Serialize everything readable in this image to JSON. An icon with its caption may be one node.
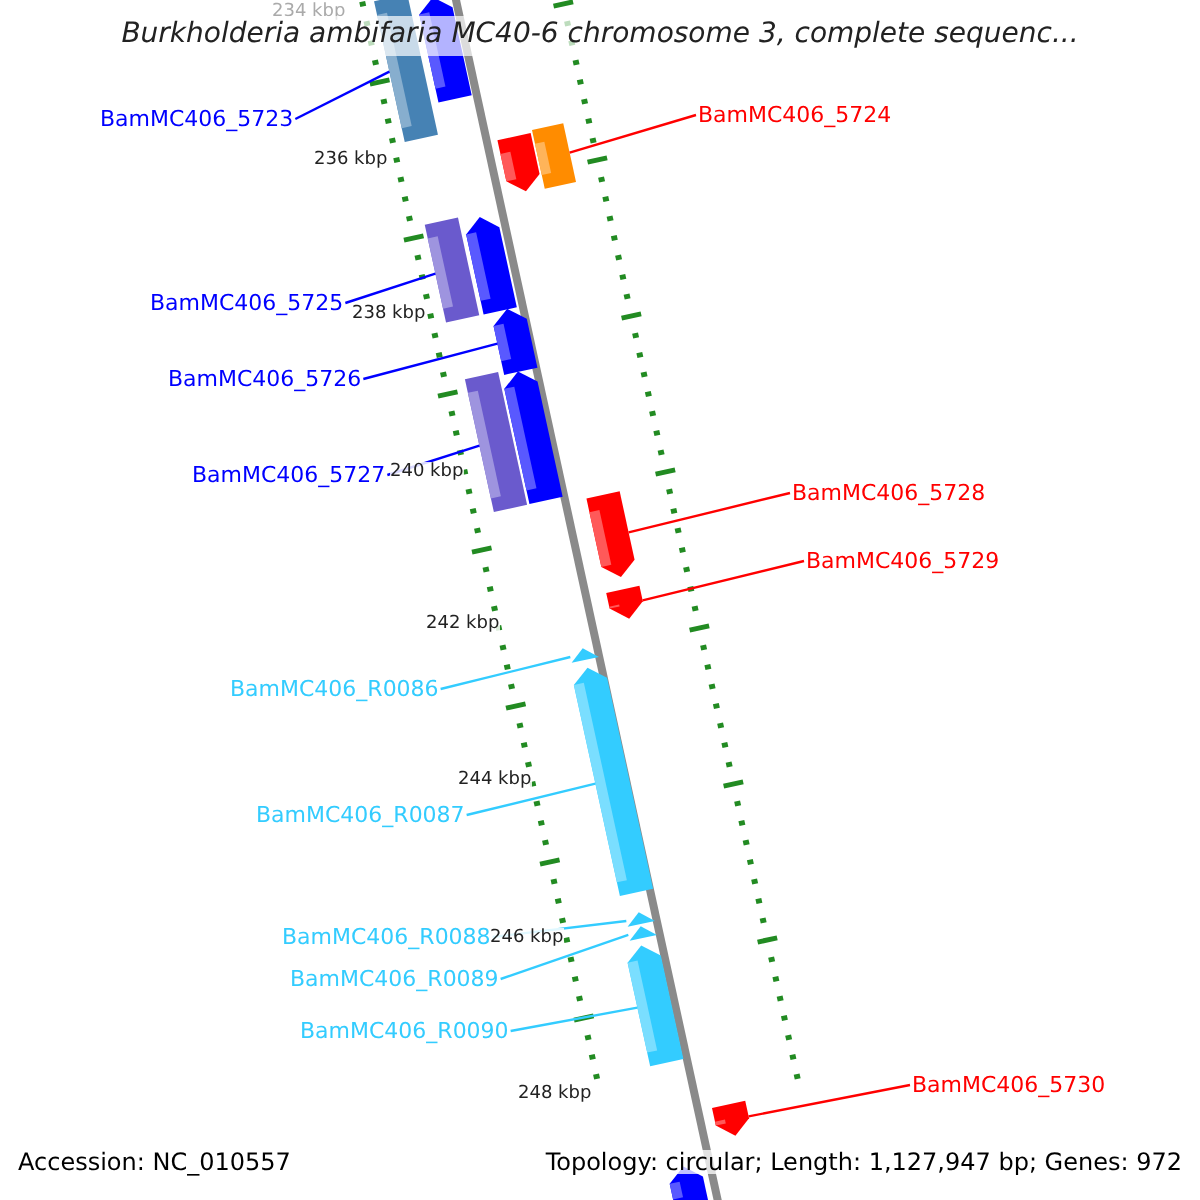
{
  "diagram": {
    "title": "Burkholderia ambifaria MC40-6 chromosome 3, complete sequenc...",
    "nodes": [
      {
        "text": [
          "BamMC406_5723"
        ]
      },
      {
        "text": [
          "BamMC406_5724"
        ]
      },
      {
        "text": [
          "BamMC406_5725"
        ]
      },
      {
        "text": [
          "BamMC406_5726"
        ]
      },
      {
        "text": [
          "BamMC406_5727"
        ]
      },
      {
        "text": [
          "BamMC406_5728"
        ]
      },
      {
        "text": [
          "BamMC406_5729"
        ]
      },
      {
        "text": [
          "BamMC406_R0086"
        ]
      },
      {
        "text": [
          "BamMC406_R0087"
        ]
      },
      {
        "text": [
          "BamMC406_R0088"
        ]
      },
      {
        "text": [
          "BamMC406_R0089"
        ]
      },
      {
        "text": [
          "BamMC406_R0090"
        ]
      },
      {
        "text": [
          "BamMC406_5730"
        ]
      },
      {
        "text": [],
        "shape": "bar"
      },
      {
        "text": [],
        "shape": "bar"
      },
      {
        "text": [],
        "shape": "bar"
      },
      {
        "text": [],
        "shape": "arrow"
      },
      {
        "text": [],
        "shape": "bar"
      },
      {
        "text": [],
        "shape": "arrow"
      },
      {
        "text": [],
        "shape": "arrow"
      },
      {
        "text": [],
        "shape": "arrow"
      },
      {
        "text": [],
        "shape": "arrow"
      },
      {
        "text": [],
        "shape": "arrow"
      },
      {
        "text": [],
        "shape": "arrow"
      },
      {
        "text": [],
        "shape": "arrow"
      },
      {
        "text": [],
        "shape": "arrow"
      },
      {
        "text": [],
        "shape": "arrow"
      },
      {
        "text": [],
        "shape": "arrow"
      },
      {
        "text": [],
        "shape": "arrow"
      },
      {
        "text": [],
        "shape": "arrow"
      },
      {
        "text": [],
        "shape": "arrow"
      }
    ],
    "edges": [
      {
        "from": 0,
        "to": 13,
        "arrow": "none",
        "color": "#0000ff"
      },
      {
        "from": 1,
        "to": 14,
        "arrow": "none",
        "color": "#ff0000"
      },
      {
        "from": 2,
        "to": 15,
        "arrow": "none",
        "color": "#0000ff"
      },
      {
        "from": 3,
        "to": 16,
        "arrow": "none",
        "color": "#0000ff"
      },
      {
        "from": 4,
        "to": 17,
        "arrow": "none",
        "color": "#0000ff"
      },
      {
        "from": 5,
        "to": 18,
        "arrow": "none",
        "color": "#ff0000"
      },
      {
        "from": 6,
        "to": 19,
        "arrow": "none",
        "color": "#ff0000"
      },
      {
        "from": 7,
        "to": 20,
        "arrow": "none",
        "color": "#33ccff"
      },
      {
        "from": 8,
        "to": 21,
        "arrow": "none",
        "color": "#33ccff"
      },
      {
        "from": 9,
        "to": 22,
        "arrow": "none",
        "color": "#33ccff"
      },
      {
        "from": 10,
        "to": 23,
        "arrow": "none",
        "color": "#33ccff"
      },
      {
        "from": 11,
        "to": 24,
        "arrow": "none",
        "color": "#33ccff"
      },
      {
        "from": 12,
        "to": 25,
        "arrow": "none",
        "color": "#ff0000"
      }
    ],
    "labels": [
      "234 kbp",
      "236 kbp",
      "238 kbp",
      "240 kbp",
      "242 kbp",
      "244 kbp",
      "246 kbp",
      "248 kbp",
      "Accession: NC_010557",
      "Topology: circular; Length: 1,127,947 bp; Genes: 972"
    ]
  }
}
